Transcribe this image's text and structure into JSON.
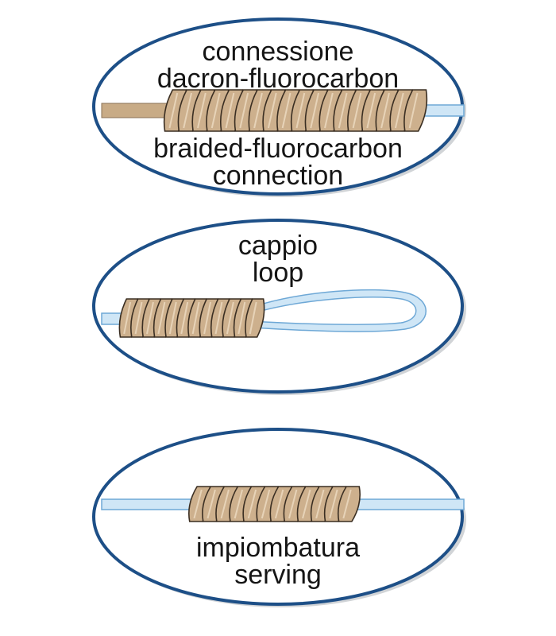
{
  "colors": {
    "oval_border": "#1d4f87",
    "oval_fill": "#ffffff",
    "braid_core": "#c8ab86",
    "wrap_fill": "#cdb08d",
    "wrap_stroke": "#3a2e22",
    "fluoro_fill": "#cfe6f6",
    "fluoro_stroke": "#6ea8d6",
    "text": "#151515"
  },
  "panels": [
    {
      "id": "connection",
      "labels_top": [
        "connessione",
        "dacron-fluorocarbon"
      ],
      "labels_bottom": [
        "braided-fluorocarbon",
        "connection"
      ]
    },
    {
      "id": "loop",
      "labels_top": [
        "cappio",
        "loop"
      ],
      "labels_bottom": []
    },
    {
      "id": "serving",
      "labels_top": [],
      "labels_bottom": [
        "impiombatura",
        "serving"
      ]
    }
  ]
}
